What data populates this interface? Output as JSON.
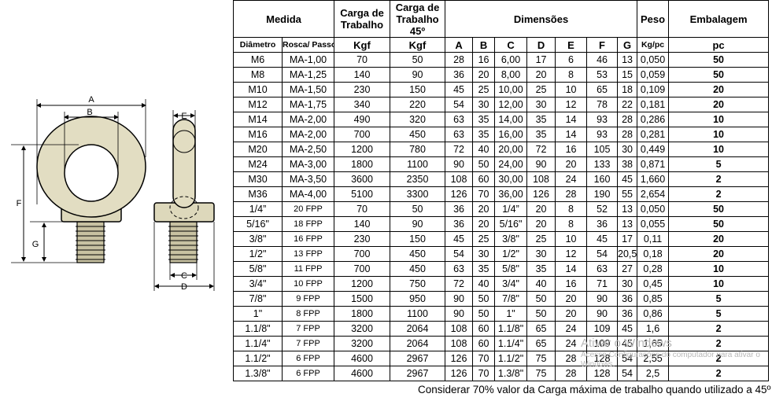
{
  "table": {
    "headers": {
      "medida": "Medida",
      "carga": "Carga de Trabalho",
      "carga45": "Carga de Trabalho 45º",
      "dimensoes": "Dimensões",
      "peso": "Peso",
      "embalagem": "Embalagem"
    },
    "subheaders": [
      "Diâmetro",
      "Rosca/ Passo",
      "Kgf",
      "Kgf",
      "A",
      "B",
      "C",
      "D",
      "E",
      "F",
      "G",
      "Kg/pc",
      "pc"
    ],
    "rows": [
      [
        "M6",
        "MA-1,00",
        "70",
        "50",
        "28",
        "16",
        "6,00",
        "17",
        "6",
        "46",
        "13",
        "0,050",
        "50"
      ],
      [
        "M8",
        "MA-1,25",
        "140",
        "90",
        "36",
        "20",
        "8,00",
        "20",
        "8",
        "53",
        "15",
        "0,059",
        "50"
      ],
      [
        "M10",
        "MA-1,50",
        "230",
        "150",
        "45",
        "25",
        "10,00",
        "25",
        "10",
        "65",
        "18",
        "0,109",
        "20"
      ],
      [
        "M12",
        "MA-1,75",
        "340",
        "220",
        "54",
        "30",
        "12,00",
        "30",
        "12",
        "78",
        "22",
        "0,181",
        "20"
      ],
      [
        "M14",
        "MA-2,00",
        "490",
        "320",
        "63",
        "35",
        "14,00",
        "35",
        "14",
        "93",
        "28",
        "0,286",
        "10"
      ],
      [
        "M16",
        "MA-2,00",
        "700",
        "450",
        "63",
        "35",
        "16,00",
        "35",
        "14",
        "93",
        "28",
        "0,281",
        "10"
      ],
      [
        "M20",
        "MA-2,50",
        "1200",
        "780",
        "72",
        "40",
        "20,00",
        "72",
        "16",
        "105",
        "30",
        "0,449",
        "10"
      ],
      [
        "M24",
        "MA-3,00",
        "1800",
        "1100",
        "90",
        "50",
        "24,00",
        "90",
        "20",
        "133",
        "38",
        "0,871",
        "5"
      ],
      [
        "M30",
        "MA-3,50",
        "3600",
        "2350",
        "108",
        "60",
        "30,00",
        "108",
        "24",
        "160",
        "45",
        "1,660",
        "2"
      ],
      [
        "M36",
        "MA-4,00",
        "5100",
        "3300",
        "126",
        "70",
        "36,00",
        "126",
        "28",
        "190",
        "55",
        "2,654",
        "2"
      ],
      [
        "1/4”",
        "20 FPP",
        "70",
        "50",
        "36",
        "20",
        "1/4”",
        "20",
        "8",
        "52",
        "13",
        "0,050",
        "50"
      ],
      [
        "5/16\"",
        "18 FPP",
        "140",
        "90",
        "36",
        "20",
        "5/16\"",
        "20",
        "8",
        "36",
        "13",
        "0,055",
        "50"
      ],
      [
        "3/8\"",
        "16 FPP",
        "230",
        "150",
        "45",
        "25",
        "3/8\"",
        "25",
        "10",
        "45",
        "17",
        "0,11",
        "20"
      ],
      [
        "1/2\"",
        "13 FPP",
        "700",
        "450",
        "54",
        "30",
        "1/2\"",
        "30",
        "12",
        "54",
        "20,5",
        "0,18",
        "20"
      ],
      [
        "5/8\"",
        "11 FPP",
        "700",
        "450",
        "63",
        "35",
        "5/8\"",
        "35",
        "14",
        "63",
        "27",
        "0,28",
        "10"
      ],
      [
        "3/4\"",
        "10 FPP",
        "1200",
        "750",
        "72",
        "40",
        "3/4\"",
        "40",
        "16",
        "71",
        "30",
        "0,45",
        "10"
      ],
      [
        "7/8\"",
        "9 FPP",
        "1500",
        "950",
        "90",
        "50",
        "7/8\"",
        "50",
        "20",
        "90",
        "36",
        "0,85",
        "5"
      ],
      [
        "1\"",
        "8 FPP",
        "1800",
        "1100",
        "90",
        "50",
        "1\"",
        "50",
        "20",
        "90",
        "36",
        "0,86",
        "5"
      ],
      [
        "1.1/8\"",
        "7 FPP",
        "3200",
        "2064",
        "108",
        "60",
        "1.1/8\"",
        "65",
        "24",
        "109",
        "45",
        "1,6",
        "2"
      ],
      [
        "1.1/4\"",
        "7 FPP",
        "3200",
        "2064",
        "108",
        "60",
        "1.1/4\"",
        "65",
        "24",
        "109",
        "45",
        "1,65",
        "2"
      ],
      [
        "1.1/2\"",
        "6 FPP",
        "4600",
        "2967",
        "126",
        "70",
        "1.1/2\"",
        "75",
        "28",
        "128",
        "54",
        "2,55",
        "2"
      ],
      [
        "1.3/8\"",
        "6 FPP",
        "4600",
        "2967",
        "126",
        "70",
        "1.3/8\"",
        "75",
        "28",
        "128",
        "54",
        "2,5",
        "2"
      ]
    ]
  },
  "note": "Considerar 70% valor da Carga máxima de trabalho quando utilizado a 45º",
  "diagram_labels": {
    "a": "A",
    "b": "B",
    "c": "C",
    "d": "D",
    "e": "E",
    "f": "F",
    "g": "G"
  },
  "watermark": {
    "title": "Ativar o Windows",
    "subtitle": "Acesse Configurações do computador para ativar o Windows."
  }
}
